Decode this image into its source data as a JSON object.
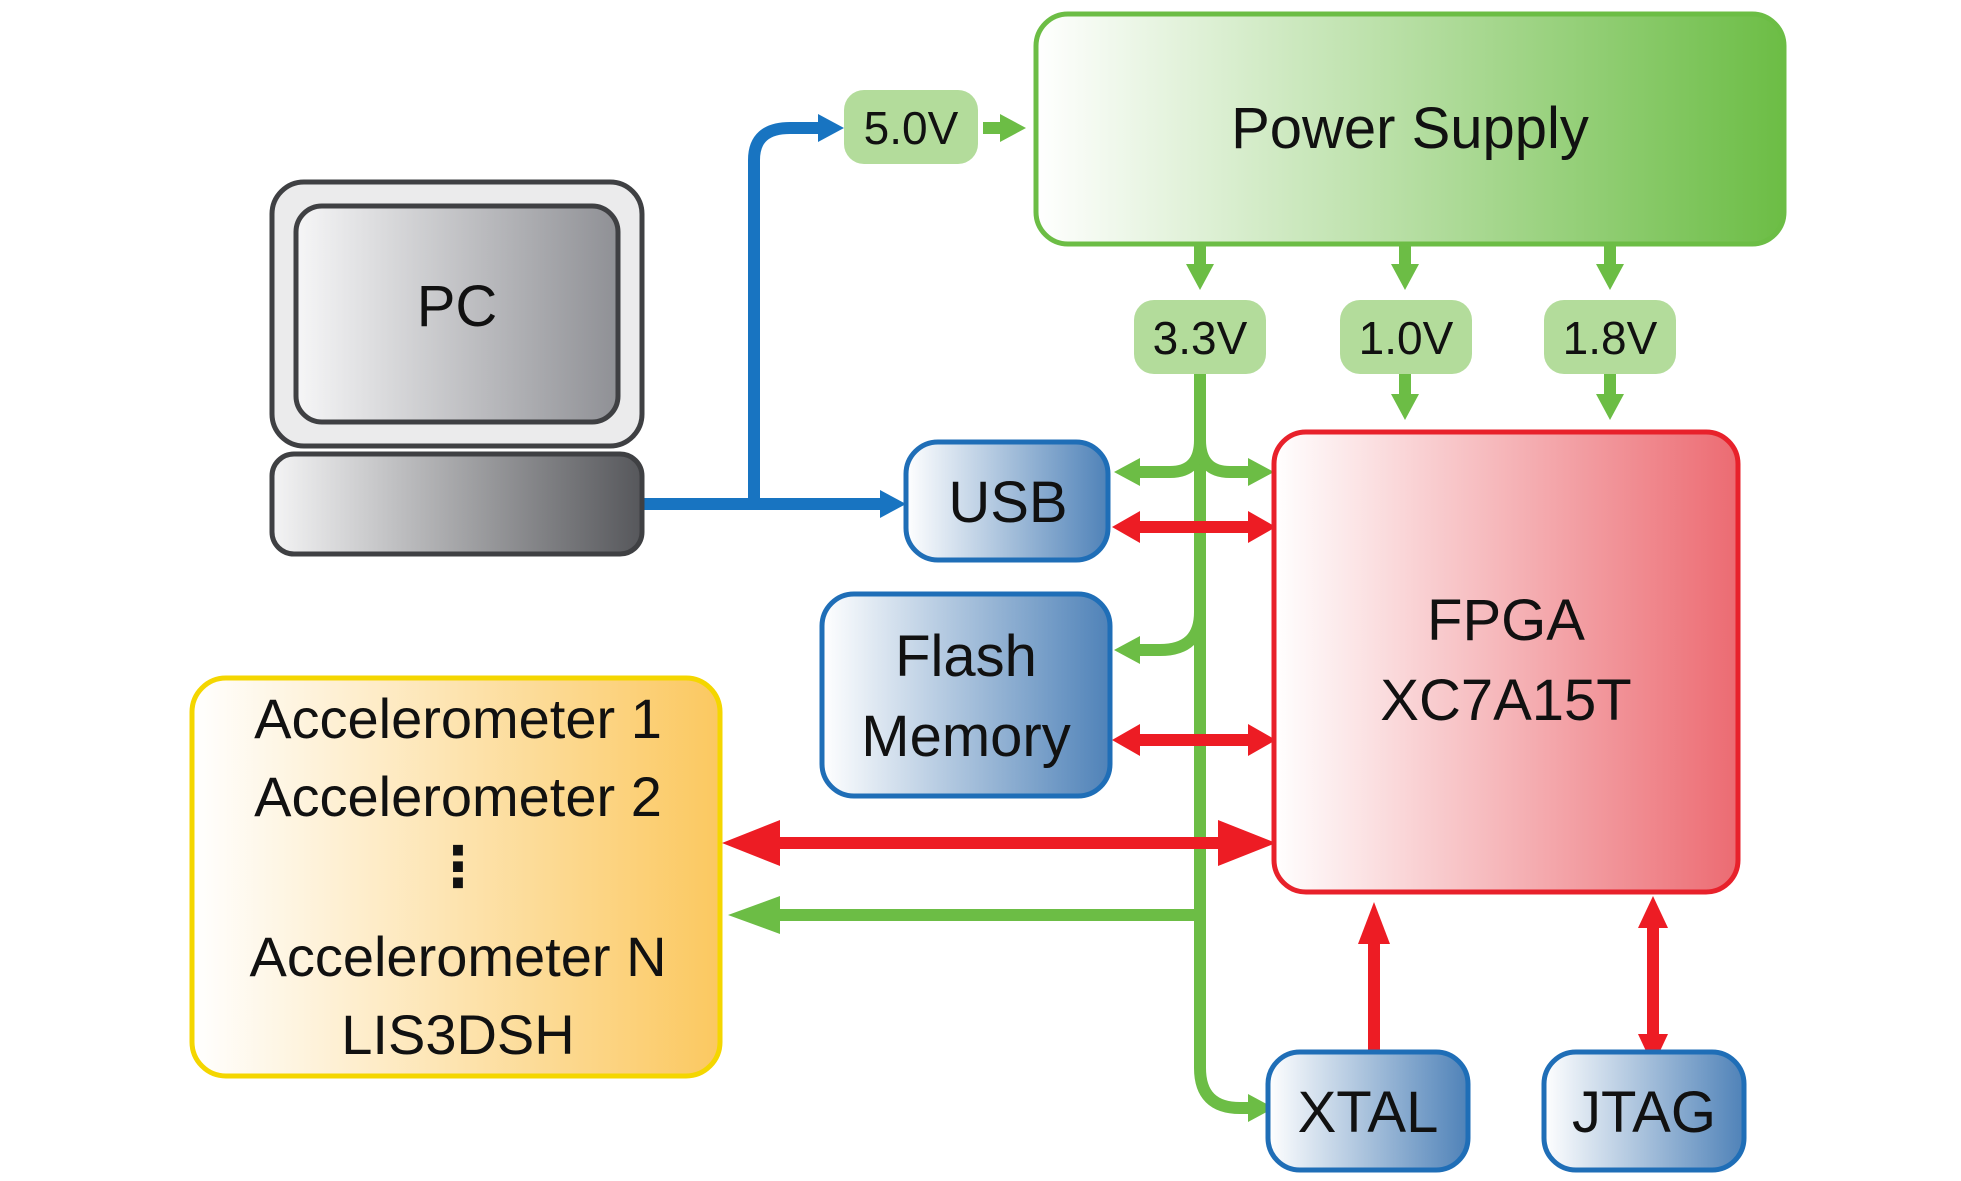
{
  "diagram": {
    "nodes": {
      "pc": {
        "label": "PC"
      },
      "power_supply": {
        "label": "Power Supply"
      },
      "usb": {
        "label": "USB"
      },
      "flash": {
        "label_line1": "Flash",
        "label_line2": "Memory"
      },
      "fpga": {
        "label_line1": "FPGA",
        "label_line2": "XC7A15T"
      },
      "accelerometers": {
        "line1": "Accelerometer 1",
        "line2": "Accelerometer 2",
        "ellipsis": "⋮",
        "line3": "Accelerometer N",
        "line4": "LIS3DSH"
      },
      "xtal": {
        "label": "XTAL"
      },
      "jtag": {
        "label": "JTAG"
      }
    },
    "voltages": {
      "v50": "5.0V",
      "v33": "3.3V",
      "v10": "1.0V",
      "v18": "1.8V"
    }
  },
  "colors": {
    "power": "#6cbd45",
    "data": "#ed1c24",
    "usb_link": "#1874c1",
    "blue_border": "#1f6eb7",
    "red_border": "#e8212b",
    "yellow_border": "#f4d600",
    "green_border": "#6cbd45"
  }
}
